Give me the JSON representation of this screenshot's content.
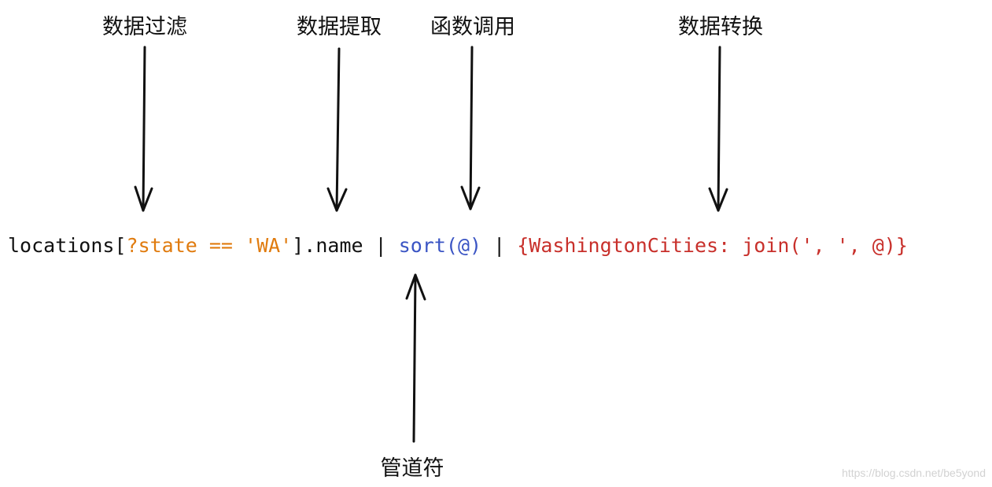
{
  "labels": {
    "filter": "数据过滤",
    "extract": "数据提取",
    "call": "函数调用",
    "transform": "数据转换",
    "pipe": "管道符"
  },
  "code": {
    "prefix": "locations[",
    "filter": "?state == 'WA'",
    "after_filter": "].name | ",
    "call": "sort(@)",
    "pipe": " | ",
    "transform": "{WashingtonCities: join(', ', @)}"
  },
  "watermark": "https://blog.csdn.net/be5yond",
  "colors": {
    "filter": "#e07b0e",
    "call": "#3b55c4",
    "transform": "#c8302b",
    "text": "#111111"
  }
}
